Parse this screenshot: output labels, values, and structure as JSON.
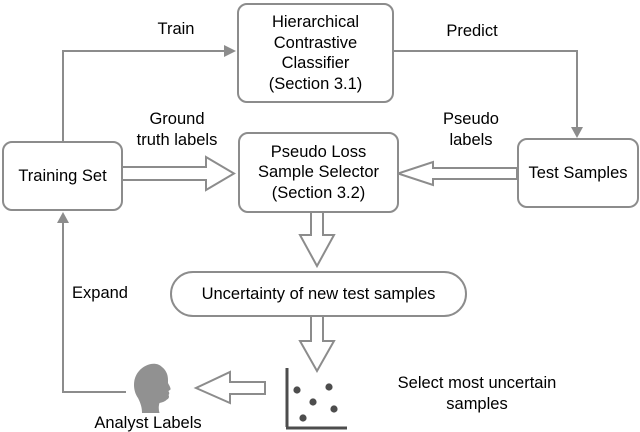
{
  "colors": {
    "line": "#8c8c8c",
    "dark": "#4d4d4d",
    "head": "#919191",
    "text": "#000000",
    "background": "#ffffff"
  },
  "nodes": {
    "classifier": {
      "lines": [
        "Hierarchical",
        "Contrastive",
        "Classifier",
        "(Section 3.1)"
      ]
    },
    "training_set": {
      "label": "Training Set"
    },
    "selector": {
      "lines": [
        "Pseudo Loss",
        "Sample Selector",
        "(Section 3.2)"
      ]
    },
    "test_samples": {
      "label": "Test Samples"
    },
    "uncertainty": {
      "label": "Uncertainty of new test samples"
    }
  },
  "edge_labels": {
    "train": "Train",
    "predict": "Predict",
    "ground_truth": {
      "lines": [
        "Ground",
        "truth labels"
      ]
    },
    "pseudo": {
      "lines": [
        "Pseudo",
        "labels"
      ]
    },
    "expand": "Expand",
    "analyst": "Analyst Labels",
    "select": {
      "lines": [
        "Select most uncertain",
        "samples"
      ]
    }
  },
  "icons": {
    "analyst_head": "head-silhouette",
    "scatter_plot": {
      "dots": [
        [
          297,
          390
        ],
        [
          329,
          387
        ],
        [
          313,
          402
        ],
        [
          334,
          409
        ],
        [
          303,
          418
        ]
      ],
      "dot_radius": 3.6
    }
  }
}
